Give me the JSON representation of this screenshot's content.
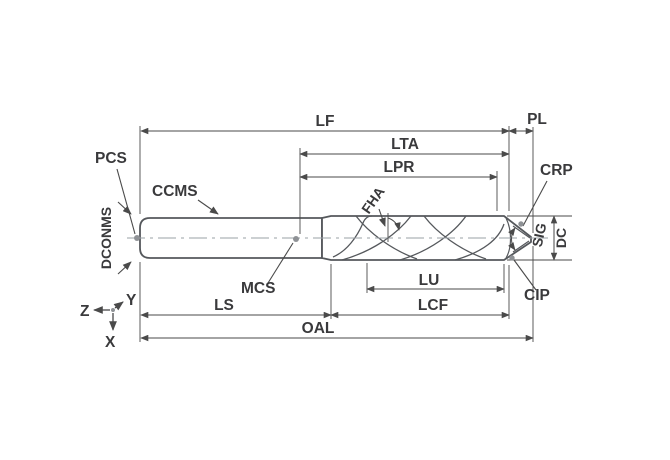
{
  "figure": {
    "description": "Drill / end-mill cutting tool dimension diagram",
    "colors": {
      "line": "#4a4a4a",
      "outline": "#55585c",
      "text": "#3a3a3c",
      "centerline": "#9aa0a6",
      "marker_dot": "#8f9296",
      "background": "#ffffff"
    },
    "labels": {
      "lf": "LF",
      "pl": "PL",
      "lta": "LTA",
      "lpr": "LPR",
      "pcs": "PCS",
      "ccms": "CCMS",
      "crp": "CRP",
      "fha": "FHA",
      "dconms": "DCONMS",
      "sig": "SIG",
      "dc": "DC",
      "mcs": "MCS",
      "lu": "LU",
      "cip": "CIP",
      "ls": "LS",
      "lcf": "LCF",
      "oal": "OAL"
    },
    "axes": {
      "z": "Z",
      "y": "Y",
      "x": "X"
    }
  }
}
